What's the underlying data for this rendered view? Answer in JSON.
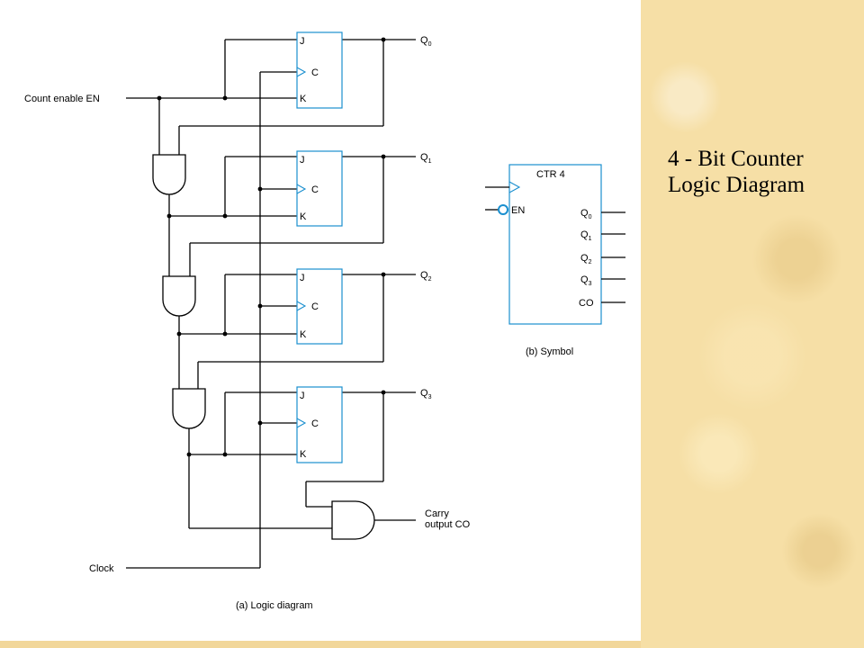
{
  "title": {
    "line1": "4 - Bit Counter",
    "line2": "Logic Diagram"
  },
  "logic_diagram": {
    "caption": "(a) Logic diagram",
    "input_enable": "Count enable EN",
    "input_clock": "Clock",
    "ff_pin_j": "J",
    "ff_pin_c": "C",
    "ff_pin_k": "K",
    "outputs": [
      {
        "letter": "Q",
        "sub": "0"
      },
      {
        "letter": "Q",
        "sub": "1"
      },
      {
        "letter": "Q",
        "sub": "2"
      },
      {
        "letter": "Q",
        "sub": "3"
      }
    ],
    "carry_line1": "Carry",
    "carry_line2": "output CO"
  },
  "symbol": {
    "caption": "(b) Symbol",
    "name": "CTR 4",
    "enable": "EN",
    "outputs": [
      {
        "letter": "Q",
        "sub": "0"
      },
      {
        "letter": "Q",
        "sub": "1"
      },
      {
        "letter": "Q",
        "sub": "2"
      },
      {
        "letter": "Q",
        "sub": "3"
      }
    ],
    "carry": "CO"
  },
  "colors": {
    "box_stroke": "#1a8fcf",
    "wire": "#000000",
    "parchment": "#f6dfa6"
  }
}
